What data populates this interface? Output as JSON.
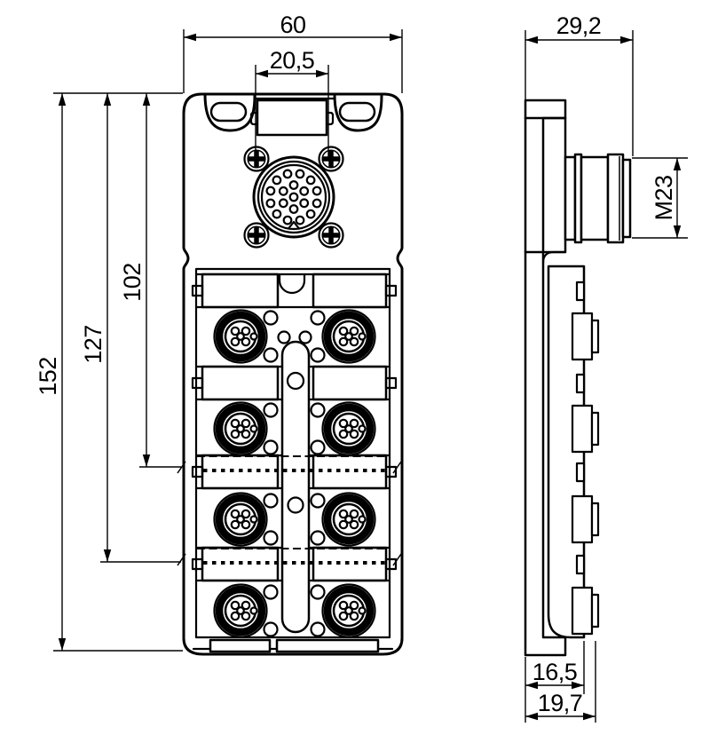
{
  "page": {
    "background": "#ffffff"
  },
  "drawing": {
    "line_color": "#000000",
    "dimensions": {
      "front_width": "60",
      "flange_screw_pitch": "20,5",
      "overall_height": "152",
      "height_to_port_row_4": "127",
      "height_to_port_row_3": "102",
      "side_depth": "29,2",
      "connector_thread": "M23",
      "base_depth": "16,5",
      "total_depth": "19,7"
    }
  }
}
